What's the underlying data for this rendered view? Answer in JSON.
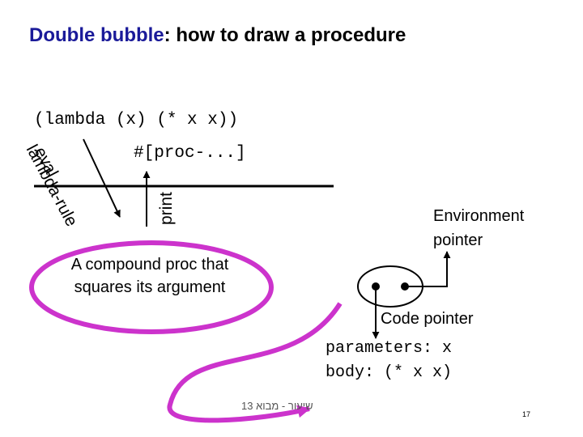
{
  "title": {
    "keyword": "Double bubble",
    "rest": ": how to draw a procedure"
  },
  "expression": "(lambda (x) (* x x))",
  "printed_representation": "#[proc-...]",
  "arrows": {
    "eval": "eval",
    "lambda_rule": "lambda-rule",
    "print": "print"
  },
  "compound_description": "A compound proc that squares its argument",
  "environment_pointer": "Environment pointer",
  "code_pointer": "Code pointer",
  "parameters_line": "parameters: x",
  "body_line": "body: (* x x)",
  "footer": "13 שיעור - מבוא",
  "page_number": "17",
  "colors": {
    "accent_magenta": "#cc33cc",
    "title_blue": "#1a1a99",
    "text": "#000000"
  }
}
